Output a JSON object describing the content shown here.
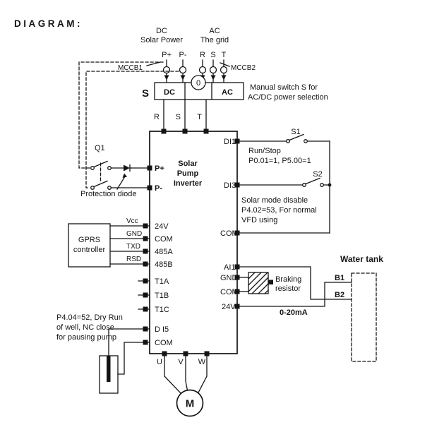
{
  "colors": {
    "accent": "#3f86cf",
    "ink": "#141414"
  },
  "header": {
    "title": "DIAGRAM:"
  },
  "top": {
    "dc1": "DC",
    "dc2": "Solar Power",
    "ac1": "AC",
    "ac2": "The grid",
    "pp": "P+",
    "pm": "P-",
    "r": "R",
    "s": "S",
    "t": "T",
    "mccb1": "MCCB1",
    "mccb2": "MCCB2"
  },
  "switch": {
    "s": "S",
    "dc": "DC",
    "zero": "0",
    "ac": "AC",
    "note1": "Manual switch S for",
    "note2": "AC/DC power selection"
  },
  "phases": {
    "r": "R",
    "s": "S",
    "t": "T"
  },
  "inverter": {
    "n1": "Solar",
    "n2": "Pump",
    "n3": "Inverter",
    "pp": "P+",
    "pm": "P-",
    "v24": "24V",
    "com": "COM",
    "a485": "485A",
    "b485": "485B",
    "t1a": "T1A",
    "t1b": "T1B",
    "t1c": "T1C",
    "di5": "D I5",
    "com_b": "COM",
    "di1": "DI1",
    "di3": "DI3",
    "com_r": "COM",
    "ai1": "AI1",
    "gnd": "GND",
    "com2": "COM",
    "v24r": "24V",
    "u": "U",
    "v": "V",
    "w": "W"
  },
  "dc_input": {
    "q1": "Q1",
    "protection": "Protection diode"
  },
  "gprs": {
    "name1": "GPRS",
    "name2": "controller",
    "vcc": "Vcc",
    "gnd": "GND",
    "txd": "TXD",
    "rsd": "RSD"
  },
  "dry_run": {
    "l1": "P4.04=52, Dry Run",
    "l2": "of well, NC close",
    "l3": "for pausing pump"
  },
  "digital": {
    "s1": "S1",
    "run_stop": "Run/Stop",
    "run_param": "P0.01=1, P5.00=1",
    "s2": "S2",
    "solar1": "Solar mode disable",
    "solar2": "P4.02=53, For normal",
    "solar3": "VFD using"
  },
  "analog": {
    "water_tank": "Water tank",
    "b1": "B1",
    "b2": "B2",
    "braking1": "Braking",
    "braking2": "resistor",
    "ma": "0-20mA"
  },
  "motor": {
    "m": "M"
  }
}
